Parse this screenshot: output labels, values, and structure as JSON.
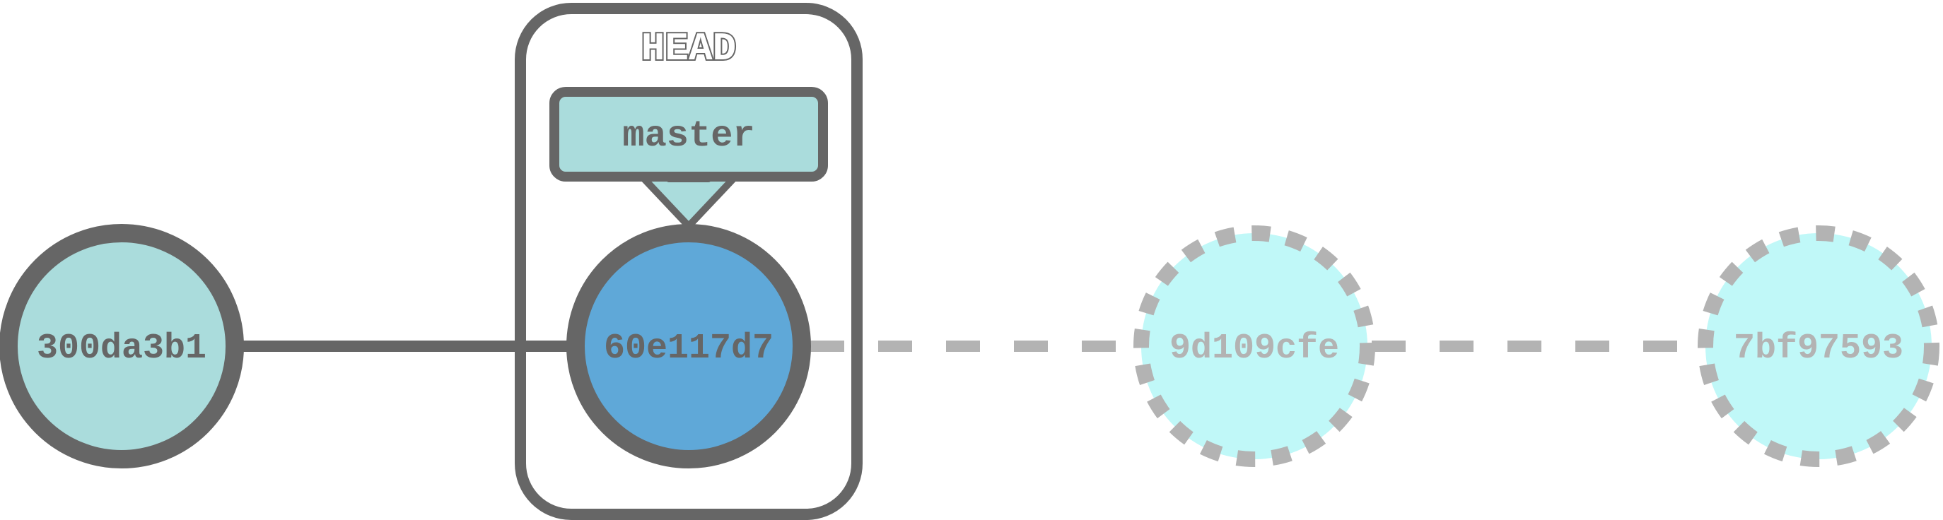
{
  "head": {
    "label": "HEAD"
  },
  "branch": {
    "label": "master"
  },
  "commits": [
    {
      "id": "300da3b1",
      "state": "committed"
    },
    {
      "id": "60e117d7",
      "state": "current"
    },
    {
      "id": "9d109cfe",
      "state": "detached"
    },
    {
      "id": "7bf97593",
      "state": "detached"
    }
  ],
  "colors": {
    "stroke": "#666666",
    "commit_fill": "#aadcdc",
    "current_fill": "#5fa8d8",
    "detached_fill": "#c0f8f8",
    "detached_stroke": "#b3b3b3",
    "detached_text": "#b3b3b3"
  }
}
